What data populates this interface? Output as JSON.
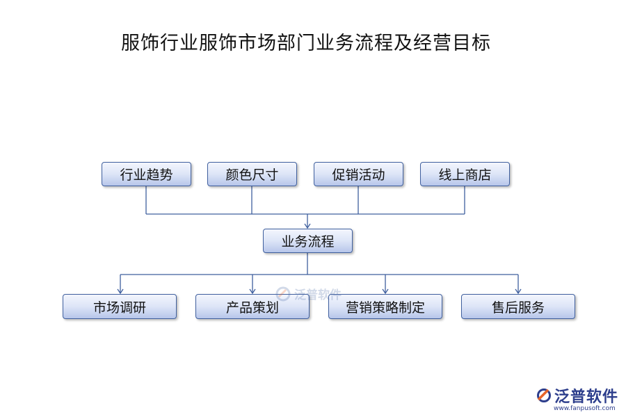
{
  "title": "服饰行业服饰市场部门业务流程及经营目标",
  "top_nodes": [
    "行业趋势",
    "颜色尺寸",
    "促销活动",
    "线上商店"
  ],
  "center_node": "业务流程",
  "bottom_nodes": [
    "市场调研",
    "产品策划",
    "营销策略制定",
    "售后服务"
  ],
  "watermark": {
    "brand": "泛普软件",
    "url": "www.fanpusoft.com",
    "icon": "fanpu-logo-icon"
  },
  "colors": {
    "node_border": "#3f5f9e",
    "connector": "#3f5f9e",
    "brand": "#2d3e8c",
    "logo_accent": "#e8652a"
  }
}
